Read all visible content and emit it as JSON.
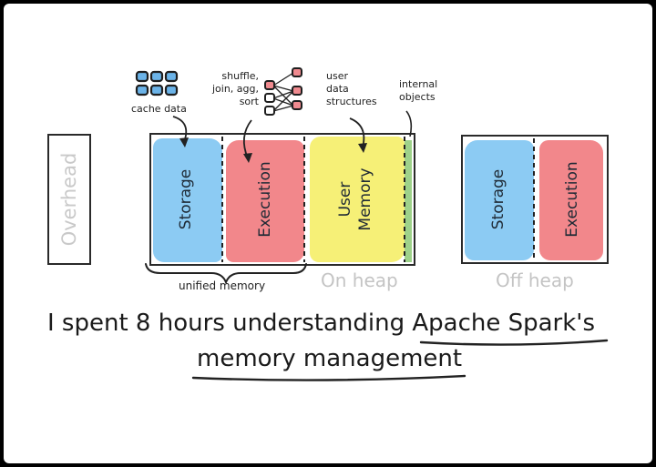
{
  "diagram": {
    "overhead_label": "Overhead",
    "on_heap": {
      "storage_label": "Storage",
      "execution_label": "Execution",
      "user_memory_label": "User\nMemory",
      "heap_caption": "On heap",
      "unified_caption": "unified memory"
    },
    "off_heap": {
      "storage_label": "Storage",
      "execution_label": "Execution",
      "heap_caption": "Off heap"
    },
    "annotations": {
      "cache": "cache data",
      "shuffle": "shuffle,\njoin, agg,\nsort",
      "user_data": "user\ndata\nstructures",
      "internal": "internal\nobjects"
    },
    "colors": {
      "storage": "#8ccbf3",
      "execution": "#f2878b",
      "user_memory": "#f6f077",
      "internal": "#9ed28a",
      "icon_blue": "#6bb3e8",
      "icon_red": "#ef8a8f"
    }
  },
  "headline": {
    "line1_plain": "I spent 8 hours understanding ",
    "line1_emph": "Apache Spark's",
    "line2": "memory management"
  }
}
